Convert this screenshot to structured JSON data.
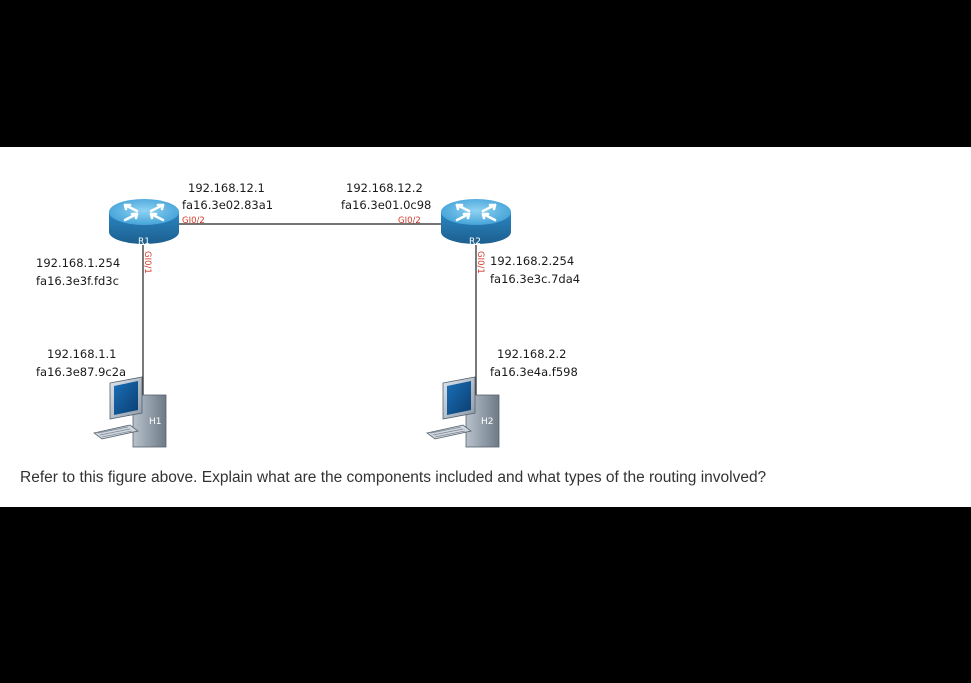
{
  "routers": [
    {
      "name": "R1",
      "ip_lan": "192.168.1.254",
      "mac_lan": "fa16.3e3f.fd3c",
      "port_lan": "GI0/1",
      "ip_wan": "192.168.12.1",
      "mac_wan": "fa16.3e02.83a1",
      "port_wan": "GI0/2"
    },
    {
      "name": "R2",
      "ip_lan": "192.168.2.254",
      "mac_lan": "fa16.3e3c.7da4",
      "port_lan": "GI0/1",
      "ip_wan": "192.168.12.2",
      "mac_wan": "fa16.3e01.0c98",
      "port_wan": "GI0/2"
    }
  ],
  "hosts": [
    {
      "name": "H1",
      "ip": "192.168.1.1",
      "mac": "fa16.3e87.9c2a"
    },
    {
      "name": "H2",
      "ip": "192.168.2.2",
      "mac": "fa16.3e4a.f598"
    }
  ],
  "question": "Refer to this figure above. Explain what are the components included and what types of the routing involved?",
  "colors": {
    "router_body": "#2f8fc9",
    "router_top": "#6fc0ea",
    "port_label": "#d23a2a",
    "link": "#222222"
  }
}
